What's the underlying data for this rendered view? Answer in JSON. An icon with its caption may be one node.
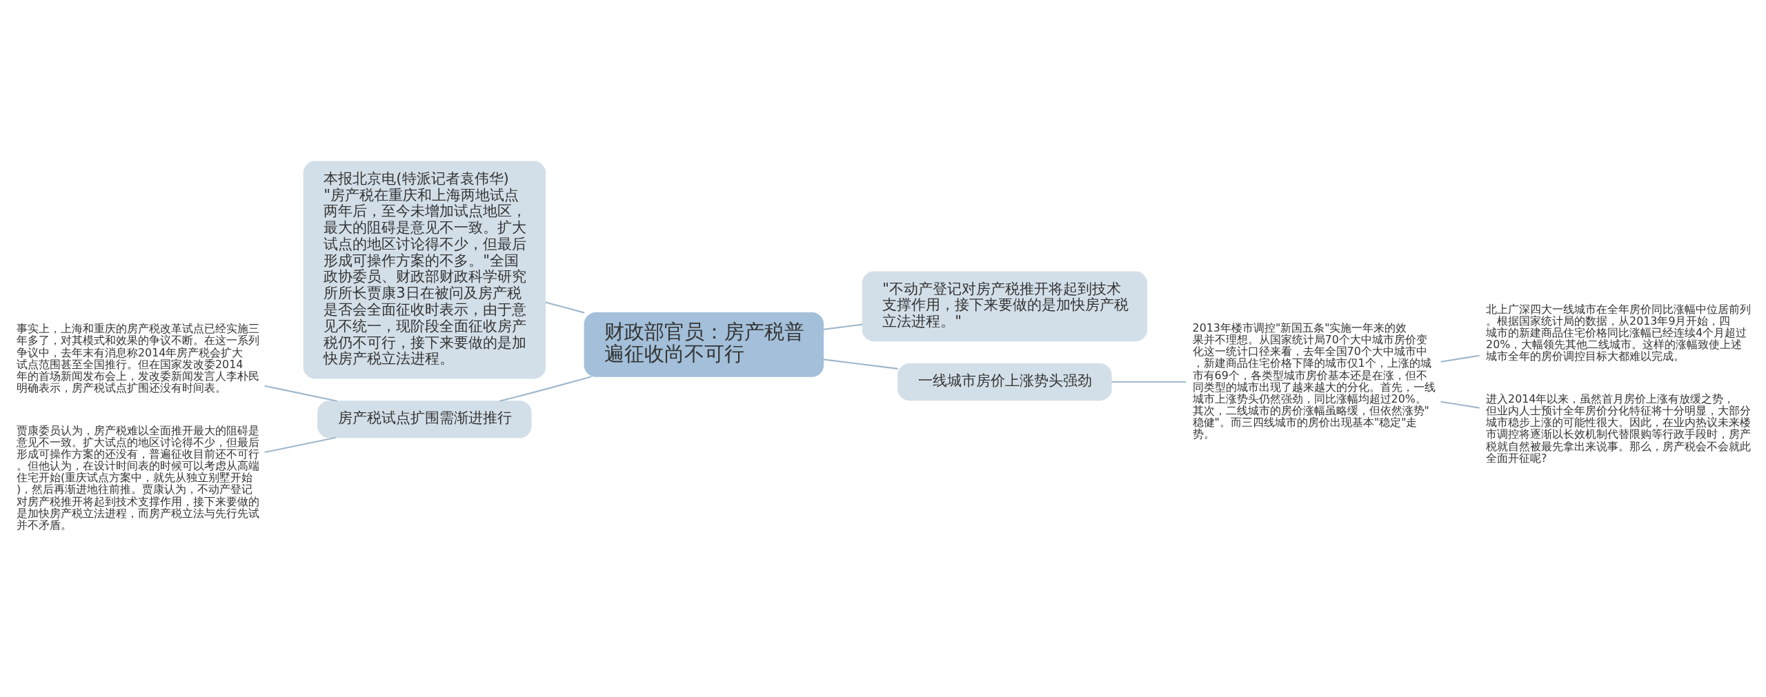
{
  "diagram": {
    "nodes": [
      {
        "text": [
          "财政部官员：房产税普遍征收尚不可行"
        ]
      },
      {
        "text": [
          "本报北京电(特派记者袁伟华)\"房产税在重庆和上海两地试点两年后，至今未增加试点地区，最大的阻碍是意见不一致。扩大试点的地区讨论得不少，但最后形成可操作方案的不多。\"全国政协委员、财政部财政科学研究所所长贾康3日在被问及房产税是否会全面征收时表示，由于意见不统一，现阶段全面征收房产税仍不可行，接下来要做的是加快房产税立法进程。"
        ]
      },
      {
        "text": [
          "\"不动产登记对房产税推开将起到技术支撑作用，接下来要做的是加快房产税立法进程。\""
        ]
      },
      {
        "text": [
          "房产税试点扩围需渐进推行"
        ]
      },
      {
        "text": [
          "事实上，上海和重庆的房产税改革试点已经实施三年多了，对其模式和效果的争议不断。在这一系列争议中，去年末有消息称2014年房产税会扩大试点范围甚至全国推行。但在国家发改委2014年的首场新闻发布会上，发改委新闻发言人李朴民明确表示，房产税试点扩围还没有时间表。"
        ]
      },
      {
        "text": [
          "贾康委员认为，房产税难以全面推开最大的阻碍是意见不一致。扩大试点的地区讨论得不少，但最后形成可操作方案的还没有，普遍征收目前还不可行。但他认为，在设计时间表的时候可以考虑从高端住宅开始(重庆试点方案中，就先从独立别墅开始)，然后再渐进地往前推。贾康认为，不动产登记对房产税推开将起到技术支撑作用，接下来要做的是加快房产税立法进程，而房产税立法与先行先试并不矛盾。"
        ]
      },
      {
        "text": [
          "一线城市房价上涨势头强劲"
        ]
      },
      {
        "text": [
          "2013年楼市调控\"新国五条\"实施一年来的效果并不理想。从国家统计局70个大中城市房价变化这一统计口径来看，去年全国70个大中城市中，新建商品住宅价格下降的城市仅1个，上涨的城市有69个，各类型城市房价基本还是在涨，但不同类型的城市出现了越来越大的分化。首先，一线城市上涨势头仍然强劲，同比涨幅均超过20%。其次，二线城市的房价涨幅虽略缓，但依然涨势\"稳健\"。而三四线城市的房价出现基本\"稳定\"走势。"
        ]
      },
      {
        "text": [
          "北上广深四大一线城市在全年房价同比涨幅中位居前列。根据国家统计局的数据，从2013年9月开始，四城市的新建商品住宅价格同比涨幅已经连续4个月超过20%，大幅领先其他二线城市。这样的涨幅致使上述城市全年的房价调控目标大都难以完成。"
        ]
      },
      {
        "text": [
          "进入2014年以来，虽然首月房价上涨有放缓之势，但业内人士预计全年房价分化特征将十分明显，大部分城市稳步上涨的可能性很大。因此，在业内热议未来楼市调控将逐渐以长效机制代替限购等行政手段时，房产税就自然被最先拿出来说事。那么，房产税会不会就此全面开征呢?"
        ]
      }
    ],
    "edges": [
      {
        "from": 0,
        "to": 1,
        "arrow": "none"
      },
      {
        "from": 0,
        "to": 2,
        "arrow": "none"
      },
      {
        "from": 0,
        "to": 3,
        "arrow": "none"
      },
      {
        "from": 0,
        "to": 6,
        "arrow": "none"
      },
      {
        "from": 3,
        "to": 4,
        "arrow": "none"
      },
      {
        "from": 3,
        "to": 5,
        "arrow": "none"
      },
      {
        "from": 6,
        "to": 7,
        "arrow": "none"
      },
      {
        "from": 7,
        "to": 8,
        "arrow": "none"
      },
      {
        "from": 7,
        "to": 9,
        "arrow": "none"
      }
    ]
  }
}
